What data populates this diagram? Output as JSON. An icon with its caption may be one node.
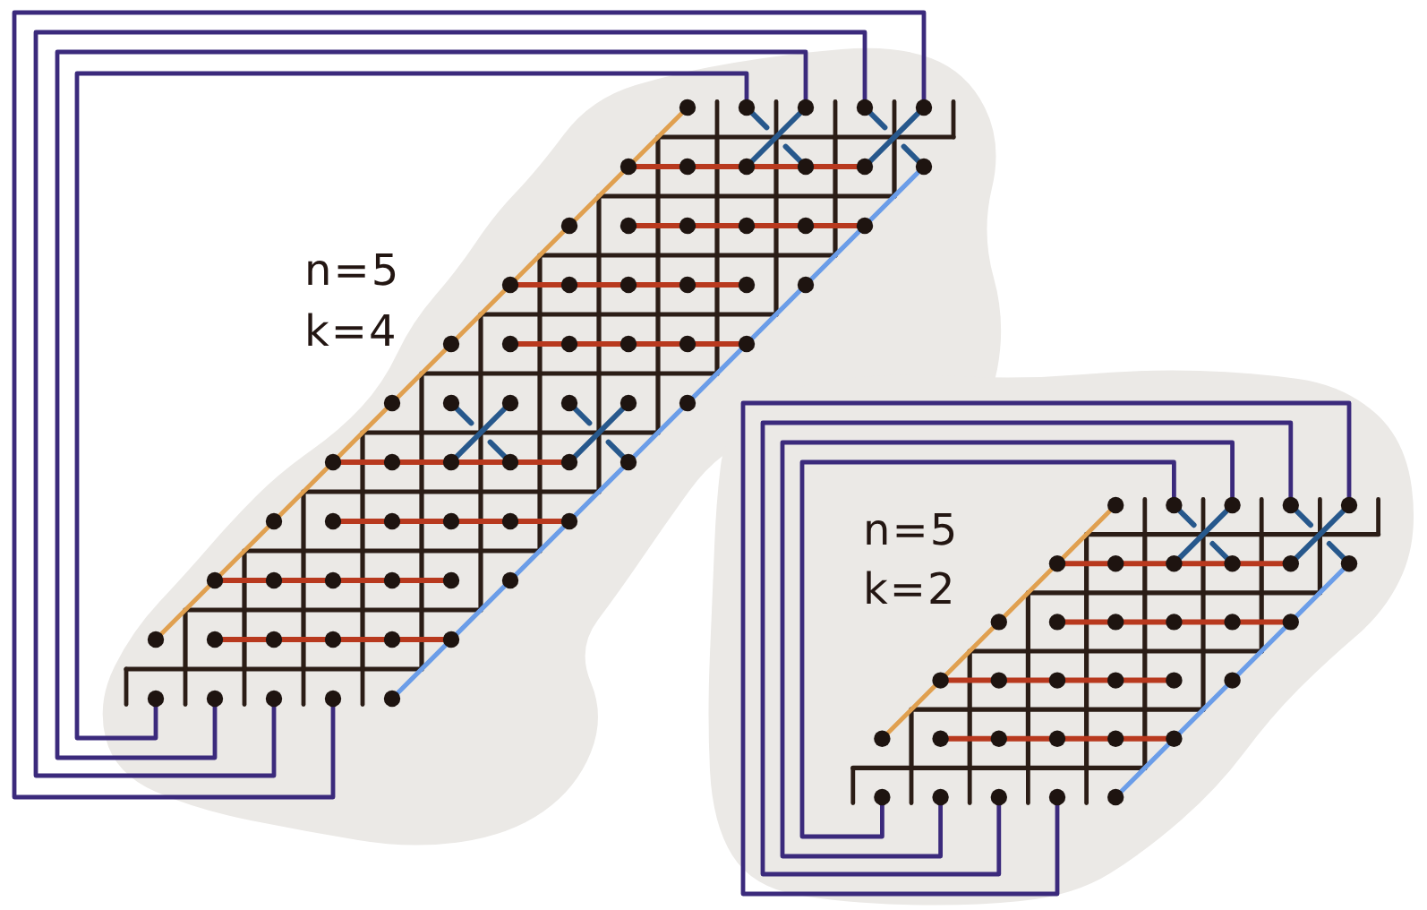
{
  "diagram": {
    "labels": [
      "n=5",
      "k=4",
      "n=5",
      "k=2"
    ]
  }
}
